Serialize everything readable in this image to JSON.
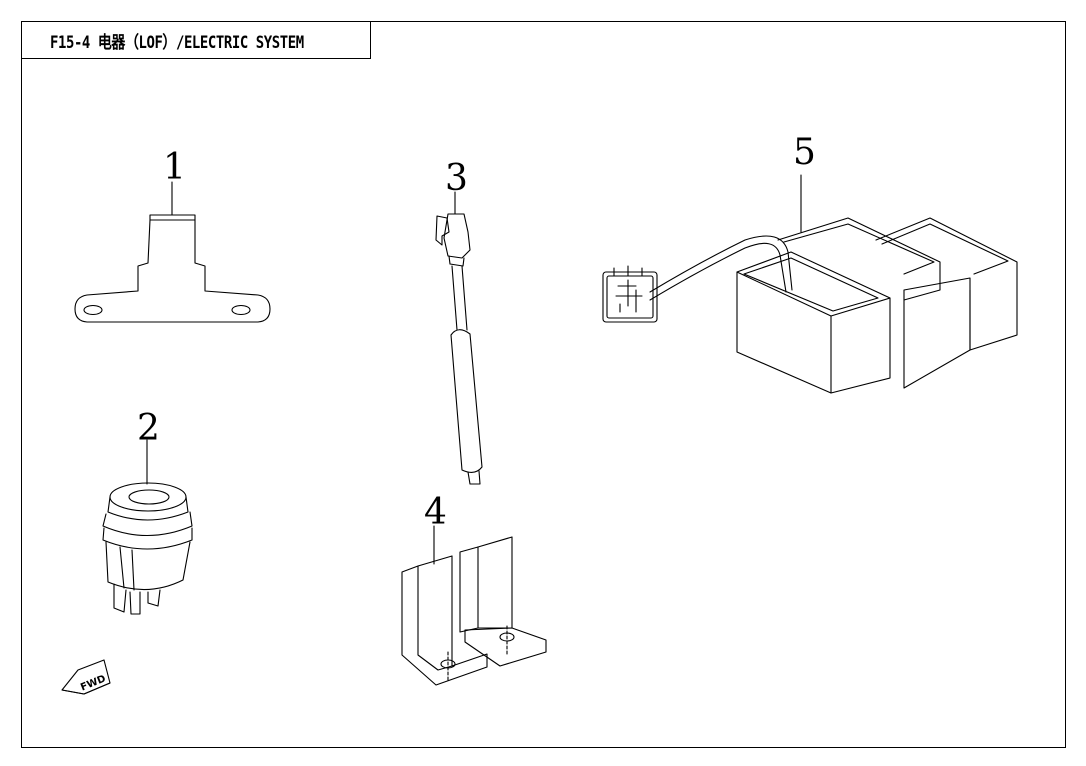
{
  "title": "F15-4 电器（LOF）/ELECTRIC SYSTEM",
  "parts": [
    {
      "number": "1",
      "icon": "license-plate-bracket-icon"
    },
    {
      "number": "2",
      "icon": "rocker-switch-icon"
    },
    {
      "number": "3",
      "icon": "sensor-wire-icon"
    },
    {
      "number": "4",
      "icon": "mounting-bracket-icon"
    },
    {
      "number": "5",
      "icon": "relay-module-icon"
    }
  ],
  "direction_marker": "FWD"
}
